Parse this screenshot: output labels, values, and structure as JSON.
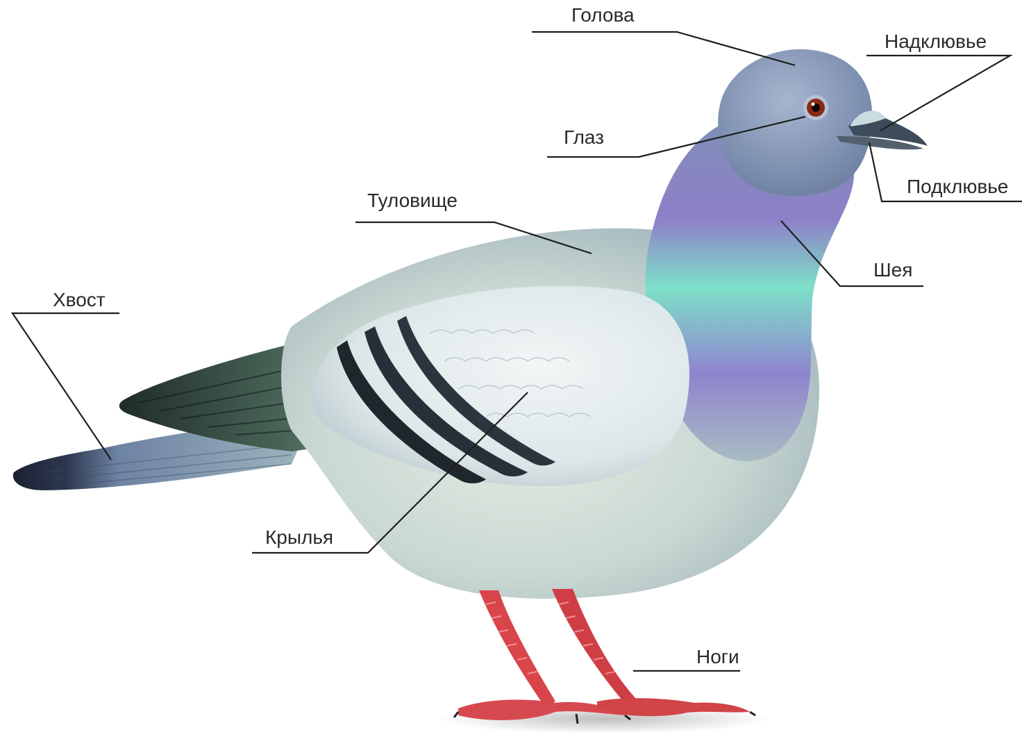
{
  "labels": {
    "head": "Голова",
    "upper_beak": "Надклювье",
    "eye": "Глаз",
    "lower_beak": "Подклювье",
    "body": "Туловище",
    "neck": "Шея",
    "tail": "Хвост",
    "wings": "Крылья",
    "legs": "Ноги"
  },
  "colors": {
    "head": "#8a9bb8",
    "neck_iridescent_green": "#7fe0c8",
    "neck_iridescent_purple": "#9a7fd0",
    "wing": "#e6eef0",
    "wing_bars": "#1f262c",
    "tail_tip": "#1c2230",
    "legs": "#d8454a",
    "eye": "#8a2a14"
  }
}
